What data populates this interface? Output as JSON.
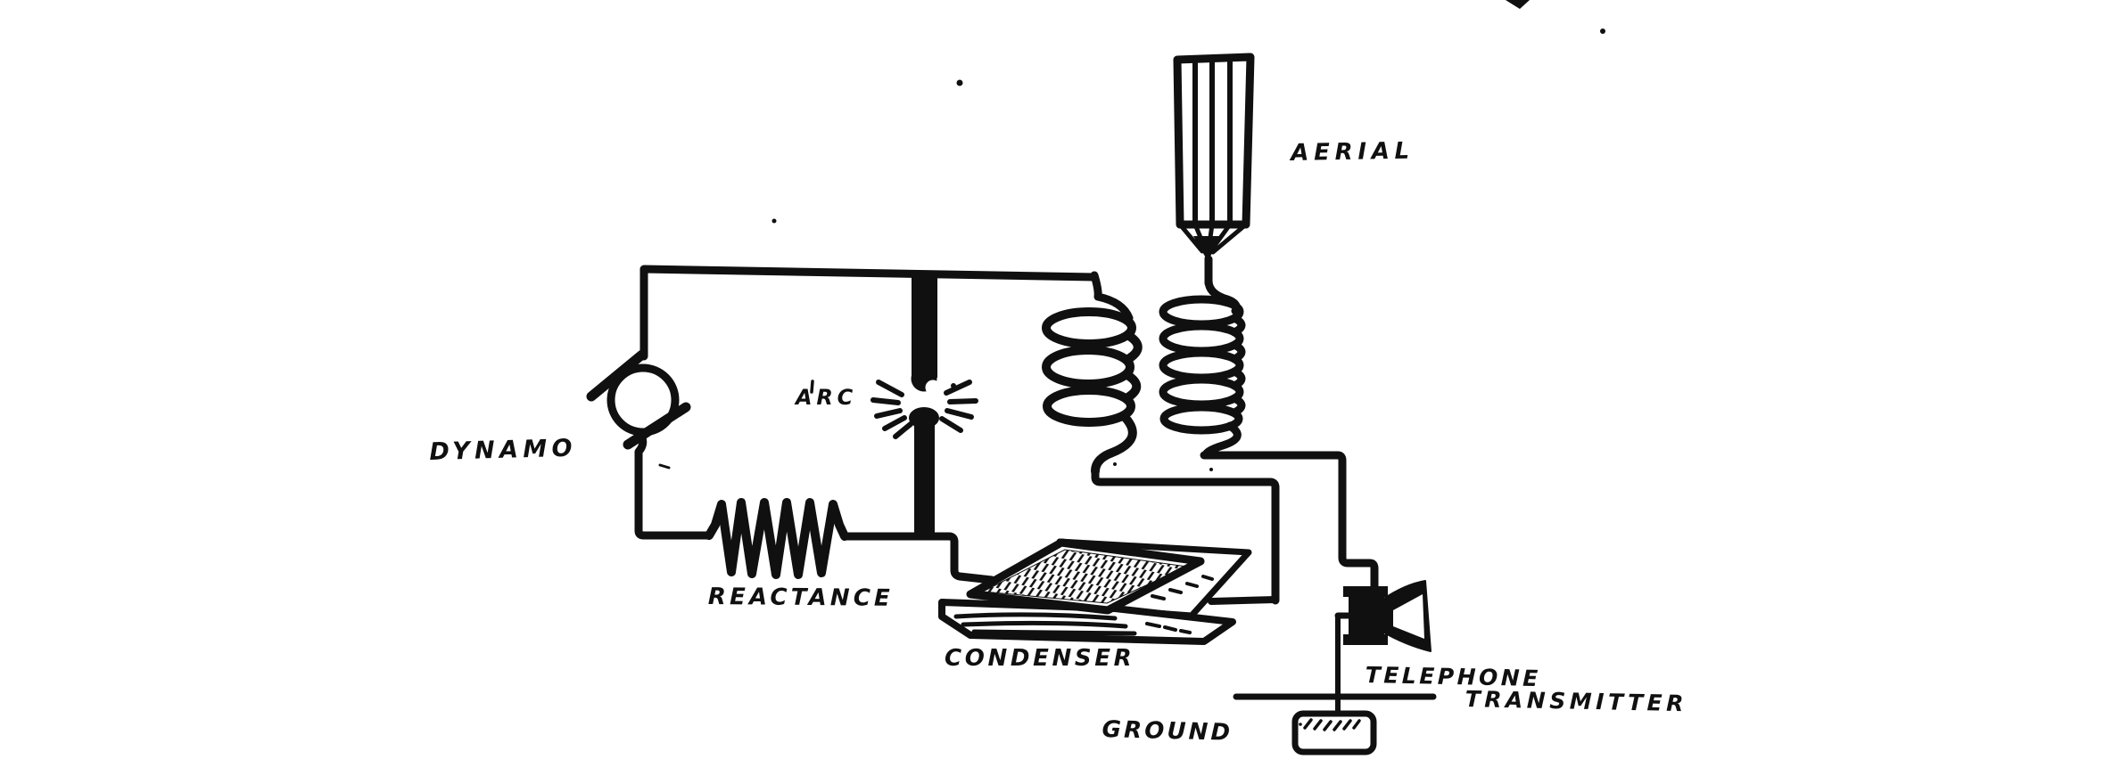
{
  "figure": {
    "type": "hand-drawn-circuit-schematic",
    "ink_color": "#101010",
    "paper_color": "#ffffff"
  },
  "labels": {
    "dynamo": "DYNAMO",
    "arc": "ARC",
    "reactance": "REACTANCE",
    "condenser": "CONDENSER",
    "aerial": "AERIAL",
    "ground": "GROUND",
    "telephone_line1": "TELEPHONE",
    "telephone_line2": "TRANSMITTER"
  },
  "components": [
    {
      "icon": "dynamo-symbol",
      "label": "DYNAMO"
    },
    {
      "icon": "reactance-coil-symbol",
      "label": "REACTANCE"
    },
    {
      "icon": "arc-gap-symbol",
      "label": "ARC"
    },
    {
      "icon": "condenser-symbol",
      "label": "CONDENSER"
    },
    {
      "icon": "primary-helix-coil-symbol",
      "label": ""
    },
    {
      "icon": "secondary-helix-coil-symbol",
      "label": ""
    },
    {
      "icon": "aerial-symbol",
      "label": "AERIAL"
    },
    {
      "icon": "telephone-transmitter-symbol",
      "label": "TELEPHONE TRANSMITTER"
    },
    {
      "icon": "ground-plate-symbol",
      "label": "GROUND"
    }
  ]
}
